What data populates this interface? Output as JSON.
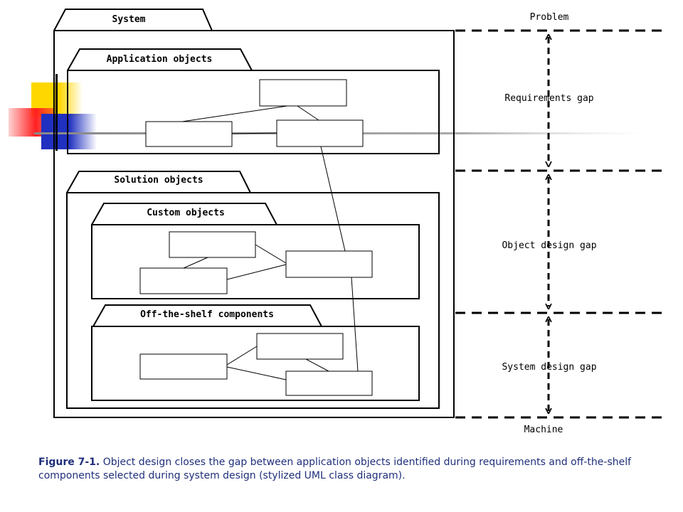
{
  "packages": {
    "system": "System",
    "application_objects": "Application objects",
    "solution_objects": "Solution objects",
    "custom_objects": "Custom objects",
    "off_the_shelf": "Off-the-shelf components"
  },
  "levels": {
    "top": "Problem",
    "bottom": "Machine"
  },
  "gaps": {
    "requirements": "Requirements gap",
    "object_design": "Object design gap",
    "system_design": "System design gap"
  },
  "caption": {
    "figure_label": "Figure 7-1.",
    "text": "Object design closes the gap between application objects identified during requirements and off-the-shelf components selected during system design (stylized UML class diagram)."
  },
  "colors": {
    "deco_yellow": "#ffd700",
    "deco_red": "#ff2020",
    "deco_blue": "#2030c0",
    "caption_text": "#1f2f7a"
  }
}
